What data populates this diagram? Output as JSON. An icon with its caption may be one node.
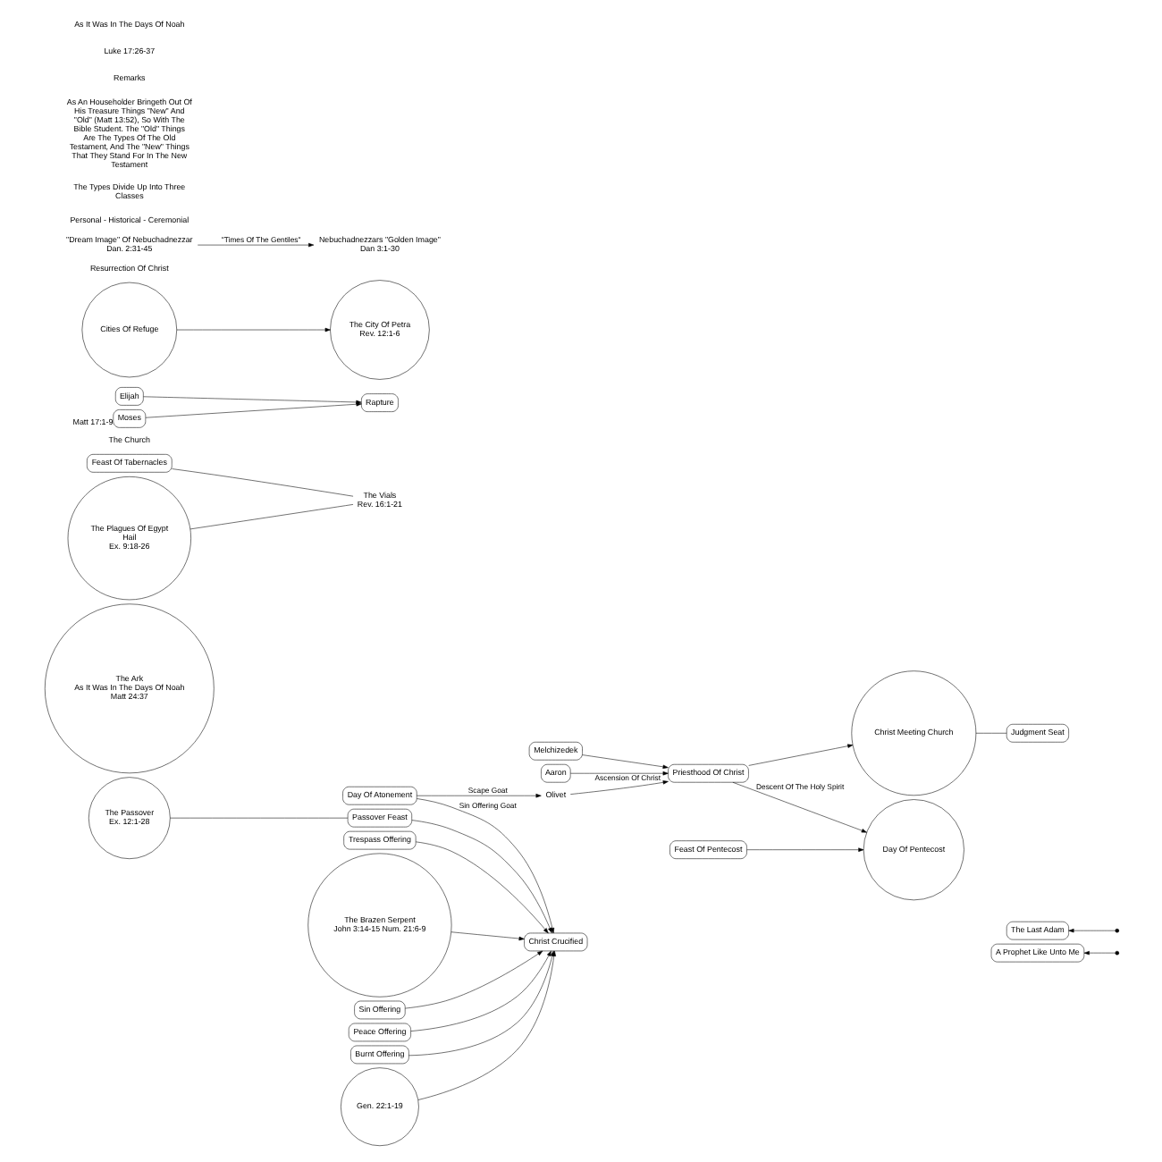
{
  "diagram": {
    "nodes": [
      {
        "text": [
          "Melchizedek"
        ]
      },
      {
        "text": [
          "Aaron"
        ]
      },
      {
        "text": [
          "Priesthood Of Christ"
        ]
      },
      {
        "text": [
          "The Ark",
          "As It Was In The Days Of Noah",
          "Matt 24:37"
        ]
      },
      {
        "text": [
          "The Passover",
          "Ex. 12:1-28"
        ]
      },
      {
        "text": [
          "Passover Feast"
        ]
      },
      {
        "text": [
          "Trespass Offering"
        ]
      },
      {
        "text": [
          "Day Of Atonement"
        ]
      },
      {
        "text": [
          "Feast Of Pentecost"
        ]
      },
      {
        "text": [
          "Feast Of Tabernacles"
        ]
      },
      {
        "text": [
          "The Brazen Serpent",
          "John 3:14-15 Num. 21:6-9"
        ]
      },
      {
        "text": [
          "Sin Offering"
        ]
      },
      {
        "text": [
          "Peace Offering"
        ]
      },
      {
        "text": [
          "Burnt Offering"
        ]
      },
      {
        "text": [
          "Gen. 22:1-19"
        ]
      },
      {
        "text": [
          "Christ Crucified"
        ]
      },
      {
        "text": [
          "A Prophet Like Unto Me"
        ]
      },
      {
        "text": [
          "The Last Adam"
        ]
      },
      {
        "text": [
          "Olivet"
        ]
      },
      {
        "text": [
          "Day Of Pentecost"
        ]
      },
      {
        "text": [
          "The Church"
        ]
      },
      {
        "text": [
          "Christ Meeting Church"
        ]
      },
      {
        "text": [
          "Judgment Seat"
        ]
      },
      {
        "text": [
          "Elijah"
        ]
      },
      {
        "text": [
          "Moses"
        ],
        "beside": [
          "Matt 17:1-9"
        ]
      },
      {
        "text": [
          "The City Of Petra",
          "Rev. 12:1-6"
        ]
      },
      {
        "text": [
          "The Vials",
          "Rev. 16:1-21"
        ]
      },
      {
        "text": [
          "Resurrection Of Christ"
        ]
      },
      {
        "text": [
          "The Plagues Of Egypt",
          "Hail",
          "Ex. 9:18-26"
        ]
      },
      {
        "text": [
          "Cities Of Refuge"
        ]
      },
      {
        "text": [
          "Nebuchadnezzars \"Golden Image\"",
          "Dan 3:1-30"
        ]
      },
      {
        "text": [
          "\"Dream Image\" Of Nebuchadnezzar",
          "Dan. 2:31-45"
        ]
      },
      {
        "text": [
          "Rapture"
        ]
      }
    ],
    "edges": [
      {
        "from": 0,
        "to": 2,
        "arrow": "to"
      },
      {
        "from": 1,
        "to": 2,
        "arrow": "to"
      },
      {
        "from": 18,
        "to": 2,
        "arrow": "to",
        "label": "Ascension Of Christ"
      },
      {
        "from": 2,
        "to": 19,
        "arrow": "to",
        "label": "Descent Of The Holy Spirit"
      },
      {
        "from": 2,
        "to": 21,
        "arrow": "to"
      },
      {
        "from": 21,
        "to": 22,
        "arrow": "none"
      },
      {
        "from": 4,
        "to": 5,
        "arrow": "none"
      },
      {
        "from": 5,
        "to": 15,
        "arrow": "to"
      },
      {
        "from": 6,
        "to": 15,
        "arrow": "to"
      },
      {
        "from": 7,
        "to": 15,
        "arrow": "to",
        "label": "Sin Offering Goat"
      },
      {
        "from": 7,
        "to": 18,
        "arrow": "to",
        "label": "Scape Goat"
      },
      {
        "from": 8,
        "to": 19,
        "arrow": "to"
      },
      {
        "from": 9,
        "to": 26,
        "arrow": "none"
      },
      {
        "from": 10,
        "to": 15,
        "arrow": "to"
      },
      {
        "from": 11,
        "to": 15,
        "arrow": "to"
      },
      {
        "from": 12,
        "to": 15,
        "arrow": "to"
      },
      {
        "from": 13,
        "to": 15,
        "arrow": "to"
      },
      {
        "from": 14,
        "to": 15,
        "arrow": "to"
      },
      {
        "from": null,
        "to": 16,
        "arrow": "to"
      },
      {
        "from": null,
        "to": 17,
        "arrow": "to"
      },
      {
        "from": 23,
        "to": 32,
        "arrow": "to"
      },
      {
        "from": 24,
        "to": 32,
        "arrow": "to"
      },
      {
        "from": 28,
        "to": 26,
        "arrow": "none"
      },
      {
        "from": 29,
        "to": 25,
        "arrow": "to"
      },
      {
        "from": 31,
        "to": 30,
        "arrow": "to",
        "label": "\"Times Of The Gentiles\""
      }
    ],
    "labels": [
      "As It Was In The Days Of Noah",
      "Luke 17:26-37",
      "Remarks",
      "As An Householder Bringeth Out Of His Treasure Things \"New\" And \"Old\" (Matt 13:52), So With The Bible Student. The \"Old\" Things Are The Types Of The Old Testament, And The \"New\" Things That They Stand For In The New Testament",
      "The Types Divide Up Into Three Classes",
      "Personal - Historical - Ceremonial"
    ]
  }
}
